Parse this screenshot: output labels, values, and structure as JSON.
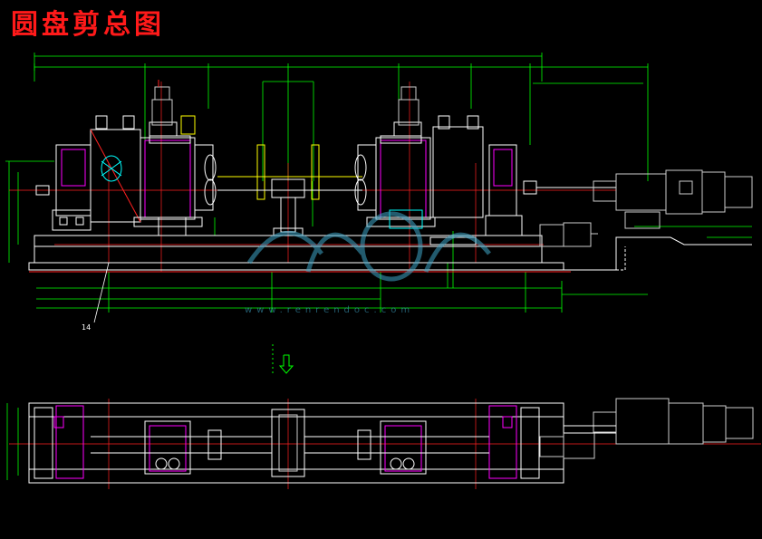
{
  "title": "圆盘剪总图",
  "callout": "14",
  "watermark": "www.renrendoc.com",
  "colors": {
    "title": "#ff1a1a",
    "background": "#000000",
    "outline": "#ffffff",
    "dimension": "#00ff00",
    "centerline": "#ff2020",
    "accent": "#ff00ff",
    "detail": "#00ffff",
    "highlight": "#ffff00",
    "motor": "#cccccc",
    "watermark": "#3fa7c8"
  }
}
